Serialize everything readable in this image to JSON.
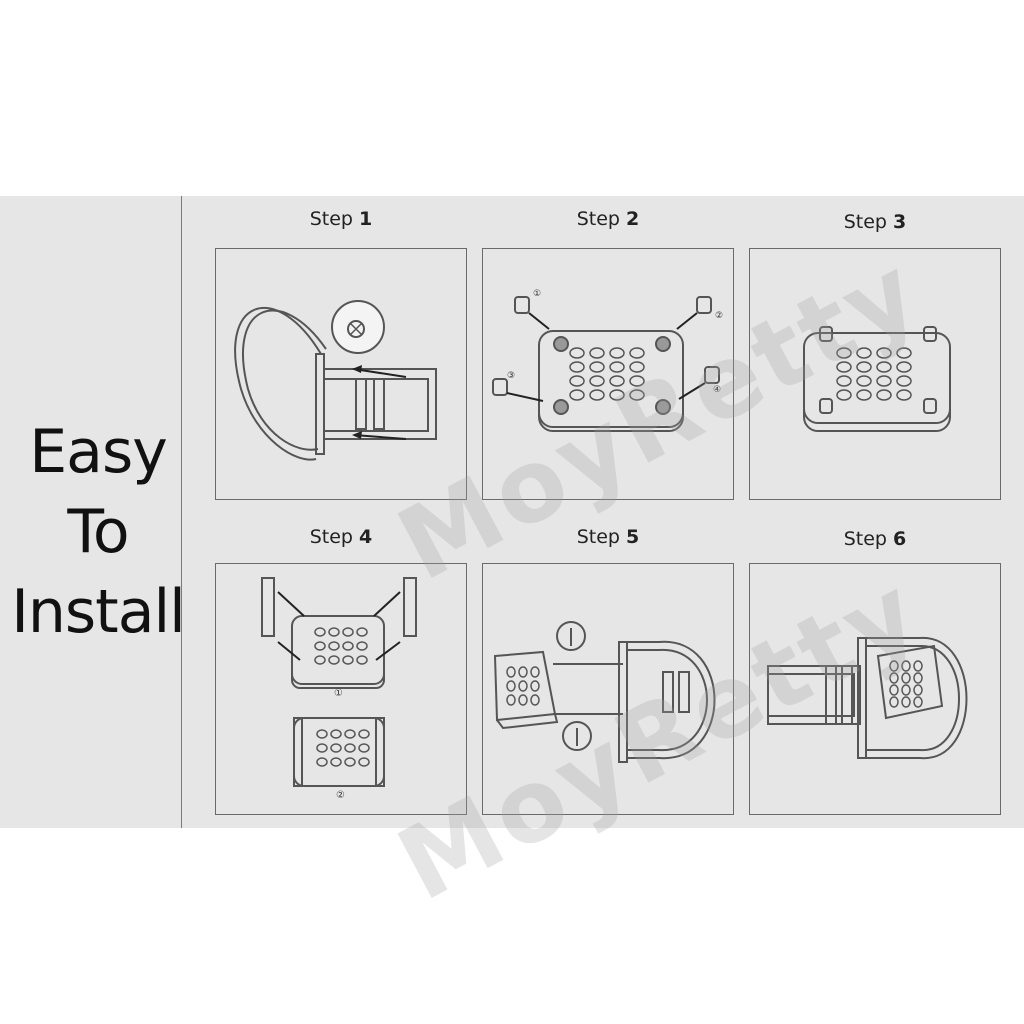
{
  "side_title": {
    "line1": "Easy",
    "line2": "To",
    "line3": "Install"
  },
  "steps": [
    {
      "word": "Step",
      "num": "1"
    },
    {
      "word": "Step",
      "num": "2"
    },
    {
      "word": "Step",
      "num": "3"
    },
    {
      "word": "Step",
      "num": "4"
    },
    {
      "word": "Step",
      "num": "5"
    },
    {
      "word": "Step",
      "num": "6"
    }
  ],
  "step2_markers": [
    "①",
    "②",
    "③",
    "④"
  ],
  "step4_markers": [
    "①",
    "②"
  ],
  "watermark": "MoyRetty",
  "colors": {
    "band": "#e6e6e6",
    "line": "#555555",
    "text": "#111111"
  }
}
